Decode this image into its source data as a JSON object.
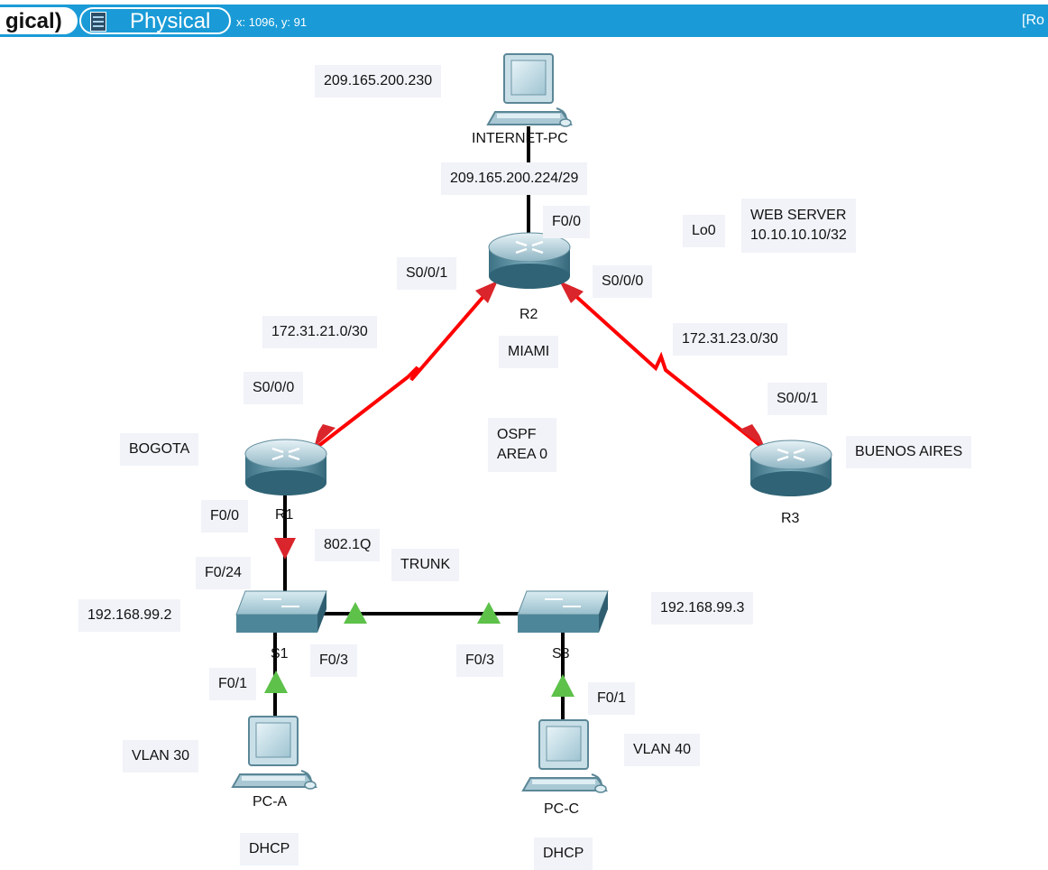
{
  "toolbar": {
    "logical_tab_label": "gical)",
    "physical_tab_label": "Physical",
    "physical_icon": "physical-view-icon",
    "coordinates": "x: 1096, y: 91",
    "right_cut_label": "[Ro"
  },
  "colors": {
    "toolbar": "#1a9bd7",
    "serial_link": "#ff0000",
    "serial_arrow": "#d9252b",
    "ethernet_link": "#000000",
    "link_up_green": "#5dc14a",
    "label_bg": "#f1f3f8"
  },
  "devices": {
    "internet_pc": {
      "name": "INTERNET-PC",
      "icon": "pc-icon"
    },
    "r2": {
      "name": "R2",
      "icon": "router-icon"
    },
    "r1": {
      "name": "R1",
      "icon": "router-icon"
    },
    "r3": {
      "name": "R3",
      "icon": "router-icon"
    },
    "s1": {
      "name": "S1",
      "icon": "switch-icon"
    },
    "s3": {
      "name": "S3",
      "icon": "switch-icon"
    },
    "pc_a": {
      "name": "PC-A",
      "icon": "pc-icon"
    },
    "pc_c": {
      "name": "PC-C",
      "icon": "pc-icon"
    }
  },
  "labels": {
    "internet_ip": "209.165.200.230",
    "internet_net": "209.165.200.224/29",
    "r2_f00": "F0/0",
    "lo0": "Lo0",
    "web_server": "WEB SERVER\n10.10.10.10/32",
    "r2_s001": "S0/0/1",
    "r2_s000": "S0/0/0",
    "net_21": "172.31.21.0/30",
    "miami": "MIAMI",
    "net_23": "172.31.23.0/30",
    "r1_s000": "S0/0/0",
    "r3_s001": "S0/0/1",
    "bogota": "BOGOTA",
    "ospf": "OSPF\nAREA 0",
    "buenos_aires": "BUENOS AIRES",
    "r1_f00": "F0/0",
    "dot1q": "802.1Q",
    "trunk": "TRUNK",
    "s1_f024": "F0/24",
    "s1_ip": "192.168.99.2",
    "s3_ip": "192.168.99.3",
    "s1_f03": "F0/3",
    "s3_f03": "F0/3",
    "s1_f01": "F0/1",
    "s3_f01": "F0/1",
    "vlan30": "VLAN 30",
    "vlan40": "VLAN 40",
    "dhcp_a": "DHCP",
    "dhcp_c": "DHCP"
  }
}
